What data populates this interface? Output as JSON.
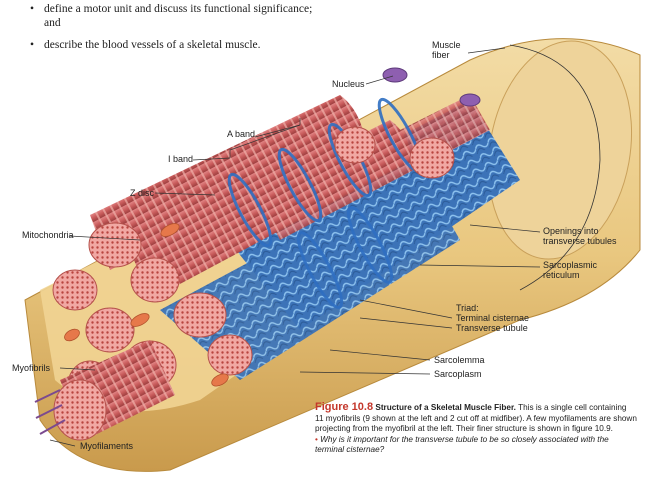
{
  "bullets": [
    {
      "text": "define a motor unit and discuss its functional significance;",
      "cont": "and"
    },
    {
      "text": "describe the blood vessels of a skeletal muscle.",
      "cont": ""
    }
  ],
  "labels": {
    "muscle_fiber": "Muscle fiber",
    "nucleus": "Nucleus",
    "a_band": "A band",
    "i_band": "I band",
    "z_disc": "Z disc",
    "mitochondria": "Mitochondria",
    "openings": "Openings into transverse tubules",
    "sarcoplasmic": "Sarcoplasmic reticulum",
    "triad": "Triad:",
    "terminal": "Terminal cisternae",
    "transverse": "Transverse tubule",
    "sarcolemma": "Sarcolemma",
    "sarcoplasm": "Sarcoplasm",
    "myofibrils": "Myofibrils",
    "myofilaments": "Myofilaments"
  },
  "caption": {
    "fig_num": "Figure 10.8",
    "title": "Structure of a Skeletal Muscle Fiber.",
    "body": "This is a single cell containing 11 myofibrils (9 shown at the left and 2 cut off at midfiber). A few myofilaments are shown projecting from the myofibril at the left. Their finer structure is shown in figure 10.9.",
    "question": "Why is it important for the transverse tubule to be so closely associated with the terminal cisternae?"
  },
  "colors": {
    "sarcolemma": "#e8c77f",
    "myofibril": "#d46a6a",
    "reticulum": "#4a8fd6",
    "accent": "#c4372b"
  }
}
